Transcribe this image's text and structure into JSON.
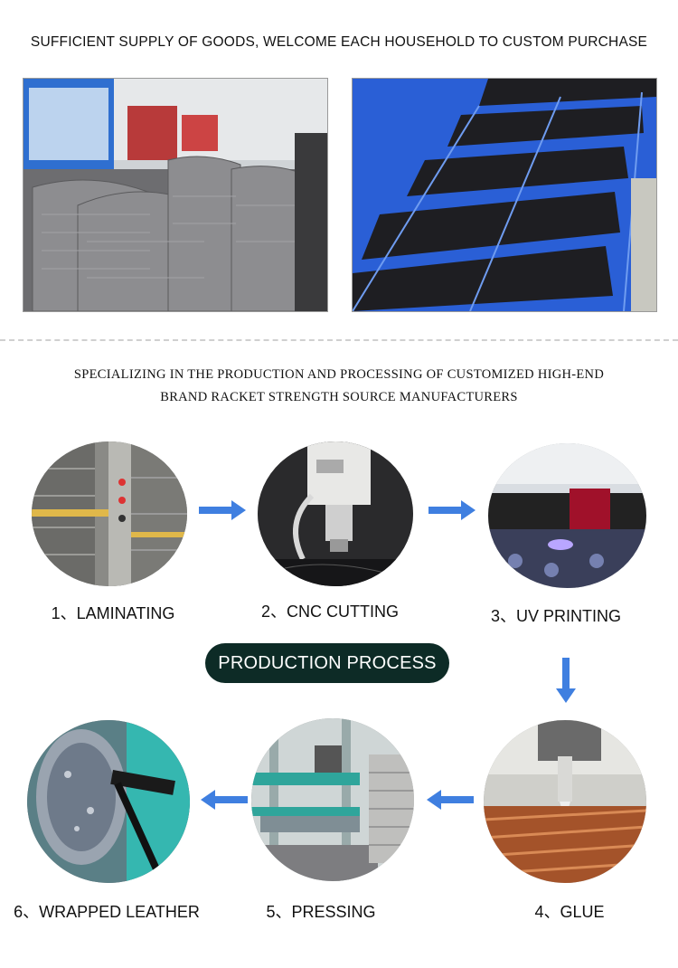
{
  "header": {
    "headline": "SUFFICIENT SUPPLY OF GOODS, WELCOME EACH HOUSEHOLD TO CUSTOM PURCHASE"
  },
  "intro": {
    "line1": "SPECIALIZING IN THE PRODUCTION AND PROCESSING OF CUSTOMIZED HIGH-END",
    "line2": "BRAND RACKET STRENGTH SOURCE MANUFACTURERS"
  },
  "process": {
    "title": "PRODUCTION PROCESS",
    "steps": [
      {
        "label": "1、LAMINATING"
      },
      {
        "label": "2、CNC CUTTING"
      },
      {
        "label": "3、UV PRINTING"
      },
      {
        "label": "4、GLUE"
      },
      {
        "label": "5、PRESSING"
      },
      {
        "label": "6、WRAPPED LEATHER"
      }
    ]
  },
  "colors": {
    "arrow": "#3f7fe0",
    "pill_bg": "#0d2b26",
    "pill_text": "#ffffff",
    "divider": "#d0d0d0",
    "basket_blue": "#2a5fd6"
  },
  "icons": {
    "flow_arrow": "arrow-icon"
  }
}
